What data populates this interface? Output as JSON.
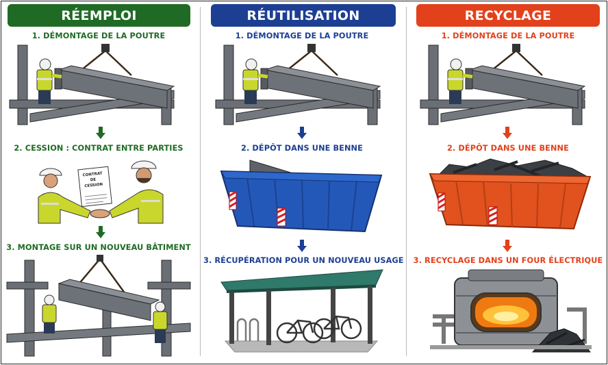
{
  "colors": {
    "reemploi": "#1f6b25",
    "reutilisation": "#1d3f93",
    "recyclage": "#e2411b",
    "steel": "#5c6066",
    "skip_blue": "#2458b8",
    "skip_orange": "#e1521e",
    "vest": "#c9d72d"
  },
  "columns": [
    {
      "title": "RÉEMPLOI",
      "steps": [
        "1. DÉMONTAGE DE LA POUTRE",
        "2. CESSION : CONTRAT ENTRE PARTIES",
        "3. MONTAGE SUR UN NOUVEAU BÂTIMENT"
      ],
      "contract_text": [
        "CONTRAT",
        "DE",
        "CESSION"
      ]
    },
    {
      "title": "RÉUTILISATION",
      "steps": [
        "1. DÉMONTAGE DE LA POUTRE",
        "2. DÉPÔT DANS UNE BENNE",
        "3. RÉCUPÉRATION POUR UN NOUVEAU USAGE"
      ]
    },
    {
      "title": "RECYCLAGE",
      "steps": [
        "1. DÉMONTAGE DE LA POUTRE",
        "2. DÉPÔT DANS UNE BENNE",
        "3. RECYCLAGE DANS UN FOUR ÉLECTRIQUE"
      ]
    }
  ],
  "icons": {
    "dismantle": "beam-dismantling-illustration",
    "handshake": "handshake-contract-illustration",
    "mount": "beam-mounting-illustration",
    "skip": "skip-container-illustration",
    "shelter": "bike-shelter-illustration",
    "furnace": "electric-furnace-illustration",
    "arrow": "arrow-down-icon"
  }
}
